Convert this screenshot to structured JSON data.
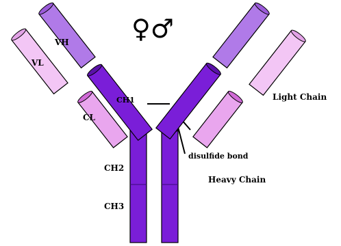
{
  "symbols": "♀♂",
  "domain_labels": {
    "vh": "VH",
    "vl": "VL",
    "cl": "CL",
    "ch1": "CH1",
    "ch2": "CH2",
    "ch3": "CH3"
  },
  "annotations": {
    "light_chain": "Light Chain",
    "disulfide_bond": "disulfide bond",
    "heavy_chain": "Heavy Chain"
  },
  "colors": {
    "heavy_chain": "#7a1ed8",
    "heavy_chain_dark": "#5a12a8",
    "vh_domain": "#b07ae8",
    "light_chain": "#e9a6ee",
    "light_chain_dark": "#d06ad6",
    "vl_domain": "#f3c6f5",
    "outline": "#000000"
  }
}
